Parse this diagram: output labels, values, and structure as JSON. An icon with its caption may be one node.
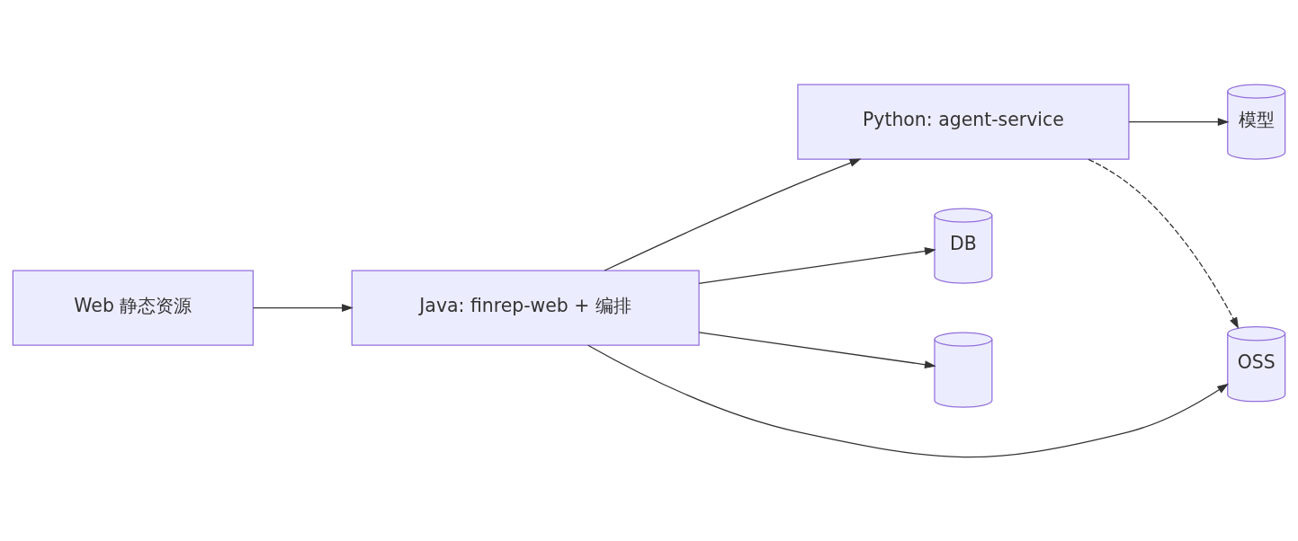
{
  "diagram": {
    "nodes": [
      {
        "text": [
          "Web 静态资源"
        ]
      },
      {
        "text": [
          "Java: finrep-web + 编排"
        ]
      },
      {
        "text": [
          "Python: agent-service"
        ]
      },
      {
        "text": [
          "模型"
        ]
      },
      {
        "text": [
          "DB"
        ]
      },
      {
        "text": [],
        "shape": "cylinder"
      },
      {
        "text": [
          "OSS"
        ]
      }
    ],
    "edges": [
      {
        "from": 0,
        "to": 1,
        "arrow": "to"
      },
      {
        "from": 1,
        "to": 2,
        "arrow": "to"
      },
      {
        "from": 1,
        "to": 4,
        "arrow": "to"
      },
      {
        "from": 1,
        "to": 5,
        "arrow": "to"
      },
      {
        "from": 1,
        "to": 6,
        "arrow": "to"
      },
      {
        "from": 2,
        "to": 3,
        "arrow": "to"
      },
      {
        "from": 2,
        "to": 6,
        "arrow": "to",
        "style": "dashed"
      }
    ]
  }
}
